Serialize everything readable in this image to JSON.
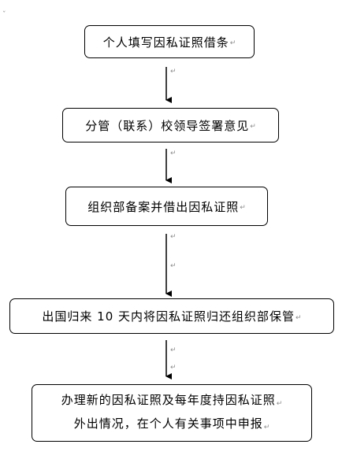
{
  "steps": [
    {
      "text": "个人填写因私证照借条"
    },
    {
      "text": "分管（联系）校领导签署意见"
    },
    {
      "text": "组织部备案并借出因私证照"
    },
    {
      "text": "出国归来 10 天内将因私证照归还组织部保管"
    },
    {
      "lines": [
        "办理新的因私证照及每年度持因私证照",
        "外出情况，在个人有关事项中申报"
      ]
    }
  ],
  "marks": {
    "paragraph": "↵",
    "corner": "ˇ"
  }
}
